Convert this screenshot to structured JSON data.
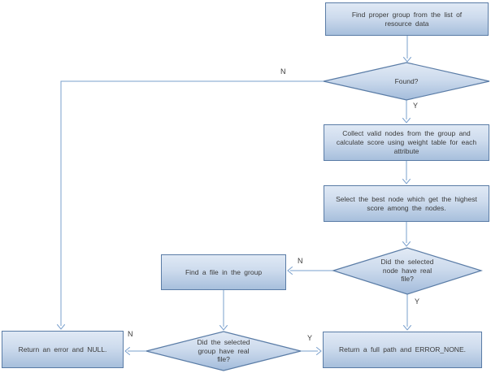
{
  "diagram": {
    "type": "flowchart",
    "colors": {
      "node_fill_top": "#e0e9f5",
      "node_fill_bottom": "#a7bfdc",
      "node_border": "#5a7ca6",
      "connector": "#7aa0cd",
      "text": "#3a3a3a",
      "bg": "#ffffff"
    },
    "nodes": {
      "find_group": "Find proper group from the list of\nresource data",
      "found": "Found?",
      "collect": "Collect valid nodes from the group and\ncalculate score using weight table for each\nattribute",
      "select": "Select the best node which get the highest\nscore among the nodes.",
      "node_has_file": "Did the selected\nnode have real\nfile?",
      "find_file": "Find a file in the group",
      "group_has_file": "Did the selected\ngroup have real\nfile?",
      "return_error": "Return an error and NULL.",
      "return_path": "Return a full path and ERROR_NONE."
    },
    "labels": {
      "found_no": "N",
      "found_yes": "Y",
      "node_no": "N",
      "node_yes": "Y",
      "group_no": "N",
      "group_yes": "Y"
    }
  }
}
